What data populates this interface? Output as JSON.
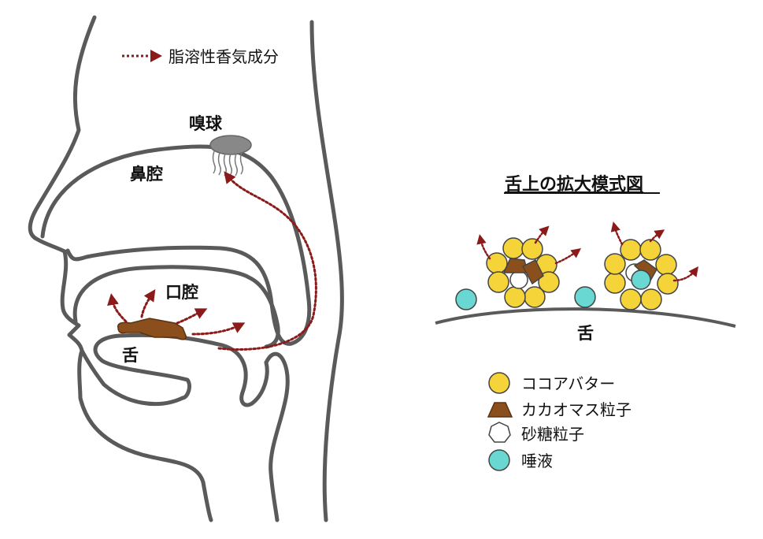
{
  "legend_arrow": {
    "label": "脂溶性香気成分"
  },
  "labels": {
    "olfactory_bulb": "嗅球",
    "nasal_cavity": "鼻腔",
    "oral_cavity": "口腔",
    "tongue": "舌"
  },
  "inset": {
    "title": "舌上の拡大模式図",
    "tongue_label": "舌"
  },
  "legend": {
    "cocoa_butter": "ココアバター",
    "cacao_mass": "カカオマス粒子",
    "sugar": "砂糖粒子",
    "saliva": "唾液"
  },
  "colors": {
    "outline": "#5a5a5a",
    "arrow": "#8b1a1a",
    "cocoa_butter_fill": "#f5d43a",
    "cacao_mass_fill": "#8a4f1c",
    "saliva_fill": "#6ad8d2",
    "bulb_fill": "#888888"
  }
}
